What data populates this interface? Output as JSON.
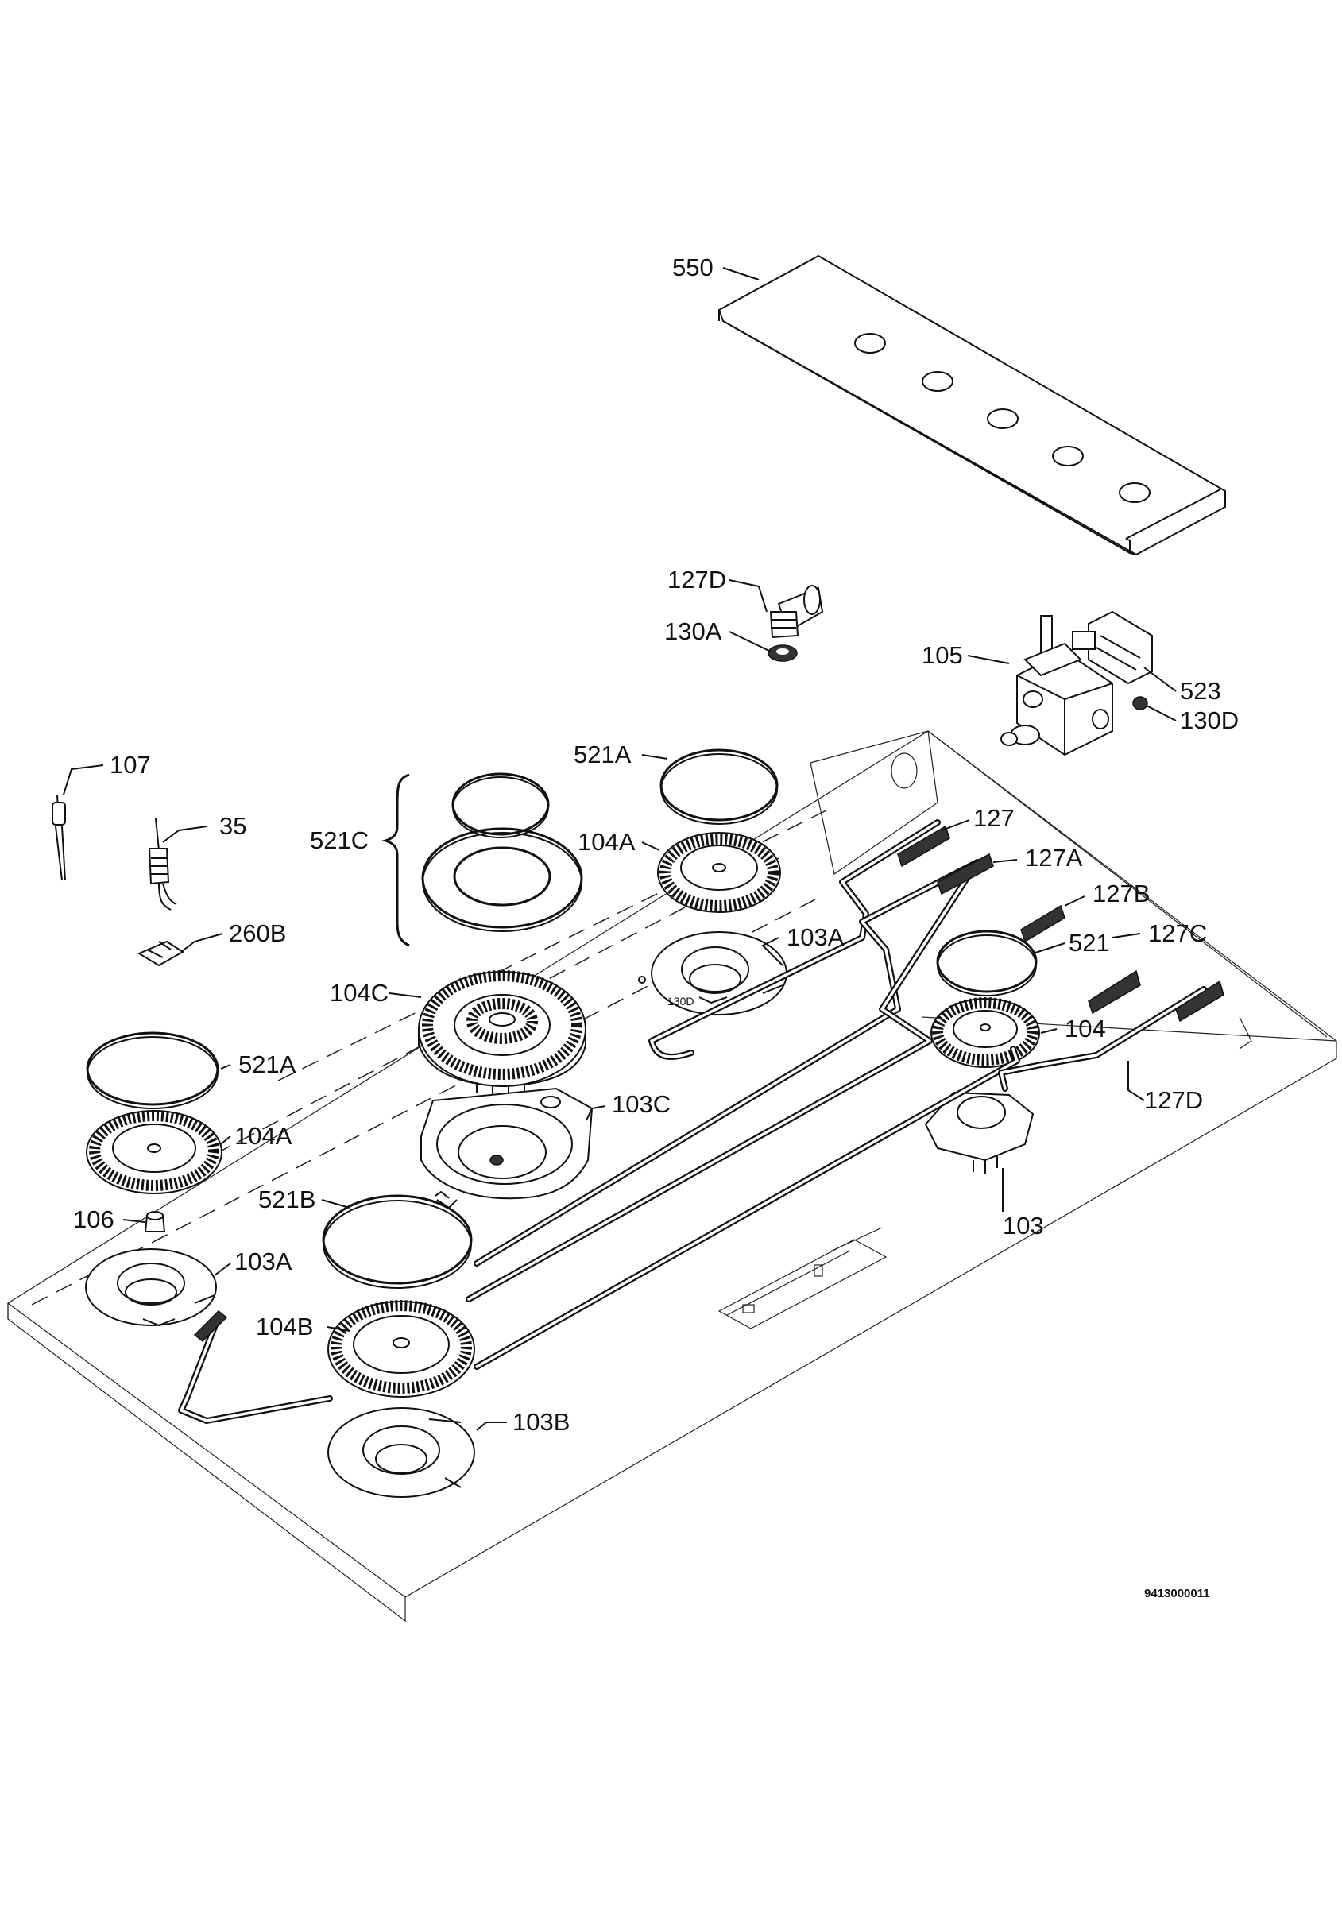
{
  "labels": {
    "l550": "550",
    "l127D_top": "127D",
    "l130A": "130A",
    "l105": "105",
    "l523": "523",
    "l130D": "130D",
    "l107": "107",
    "l35": "35",
    "l260B": "260B",
    "l521C": "521C",
    "l521A_top": "521A",
    "l104A_top": "104A",
    "l127": "127",
    "l127A": "127A",
    "l127B": "127B",
    "l103A_top": "103A",
    "l521": "521",
    "l127C": "127C",
    "l130D_small": "130D",
    "l104C": "104C",
    "l104": "104",
    "l127D_right": "127D",
    "l521A_left": "521A",
    "l103C": "103C",
    "l104A_left": "104A",
    "l521B": "521B",
    "l103": "103",
    "l106": "106",
    "l103A_left": "103A",
    "l104B": "104B",
    "l103B": "103B"
  },
  "drawing_code": "9413000011"
}
